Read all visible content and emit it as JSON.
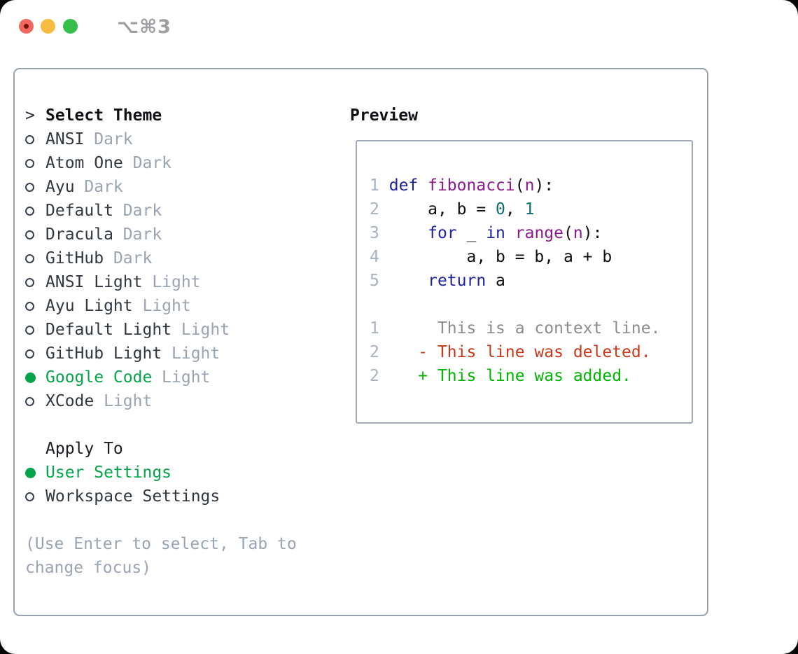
{
  "window": {
    "titlebar": {
      "shortcut": "⌥⌘3"
    }
  },
  "theme_panel": {
    "prompt": ">",
    "title": "Select Theme",
    "themes": [
      {
        "name": "ANSI",
        "variant": "Dark",
        "selected": false
      },
      {
        "name": "Atom One",
        "variant": "Dark",
        "selected": false
      },
      {
        "name": "Ayu",
        "variant": "Dark",
        "selected": false
      },
      {
        "name": "Default",
        "variant": "Dark",
        "selected": false
      },
      {
        "name": "Dracula",
        "variant": "Dark",
        "selected": false
      },
      {
        "name": "GitHub",
        "variant": "Dark",
        "selected": false
      },
      {
        "name": "ANSI Light",
        "variant": "Light",
        "selected": false
      },
      {
        "name": "Ayu Light",
        "variant": "Light",
        "selected": false
      },
      {
        "name": "Default Light",
        "variant": "Light",
        "selected": false
      },
      {
        "name": "GitHub Light",
        "variant": "Light",
        "selected": false
      },
      {
        "name": "Google Code",
        "variant": "Light",
        "selected": true
      },
      {
        "name": "XCode",
        "variant": "Light",
        "selected": false
      }
    ],
    "apply_to": {
      "title": "Apply To",
      "options": [
        {
          "label": "User Settings",
          "selected": true
        },
        {
          "label": "Workspace Settings",
          "selected": false
        }
      ]
    },
    "help_lines": [
      "(Use Enter to select, Tab to",
      "change focus)"
    ]
  },
  "preview": {
    "title": "Preview",
    "code_lines": [
      {
        "num": "1",
        "tokens": [
          {
            "text": "def ",
            "style": "kwd"
          },
          {
            "text": "fibonacci",
            "style": "fn"
          },
          {
            "text": "(",
            "style": "pln"
          },
          {
            "text": "n",
            "style": "fn"
          },
          {
            "text": "):",
            "style": "pln"
          }
        ]
      },
      {
        "num": "2",
        "tokens": [
          {
            "text": "    a, b = ",
            "style": "pln"
          },
          {
            "text": "0",
            "style": "num"
          },
          {
            "text": ", ",
            "style": "pln"
          },
          {
            "text": "1",
            "style": "num"
          }
        ]
      },
      {
        "num": "3",
        "tokens": [
          {
            "text": "    ",
            "style": "pln"
          },
          {
            "text": "for",
            "style": "kwd"
          },
          {
            "text": " _ ",
            "style": "pln"
          },
          {
            "text": "in",
            "style": "kwd"
          },
          {
            "text": " ",
            "style": "pln"
          },
          {
            "text": "range",
            "style": "fn"
          },
          {
            "text": "(",
            "style": "pln"
          },
          {
            "text": "n",
            "style": "fn"
          },
          {
            "text": "):",
            "style": "pln"
          }
        ]
      },
      {
        "num": "4",
        "tokens": [
          {
            "text": "        a, b = b, a + b",
            "style": "pln"
          }
        ]
      },
      {
        "num": "5",
        "tokens": [
          {
            "text": "    ",
            "style": "pln"
          },
          {
            "text": "return",
            "style": "kwd"
          },
          {
            "text": " a",
            "style": "pln"
          }
        ]
      },
      {
        "num": "",
        "tokens": []
      },
      {
        "num": "1",
        "tokens": [
          {
            "text": "     This is a context line.",
            "style": "ctx"
          }
        ]
      },
      {
        "num": "2",
        "tokens": [
          {
            "text": "   - This line was deleted.",
            "style": "del"
          }
        ]
      },
      {
        "num": "2",
        "tokens": [
          {
            "text": "   + This line was added.",
            "style": "add"
          }
        ]
      }
    ]
  },
  "colors": {
    "selection_green": "#04a54a",
    "muted_gray": "#9aa4b1",
    "text_charcoal": "#31373f",
    "keyword_blue": "#1c1f9e",
    "function_purple": "#8b1a8b",
    "number_teal": "#0d6e70",
    "context_gray": "#8c8c8c",
    "deleted_red": "#c8381a",
    "added_green": "#04b404",
    "line_number_gray": "#a9b2bf",
    "border_gray": "#99a1ac",
    "traffic_red": "#f1685e",
    "traffic_yellow": "#f7bc40",
    "traffic_green": "#35c04a"
  }
}
